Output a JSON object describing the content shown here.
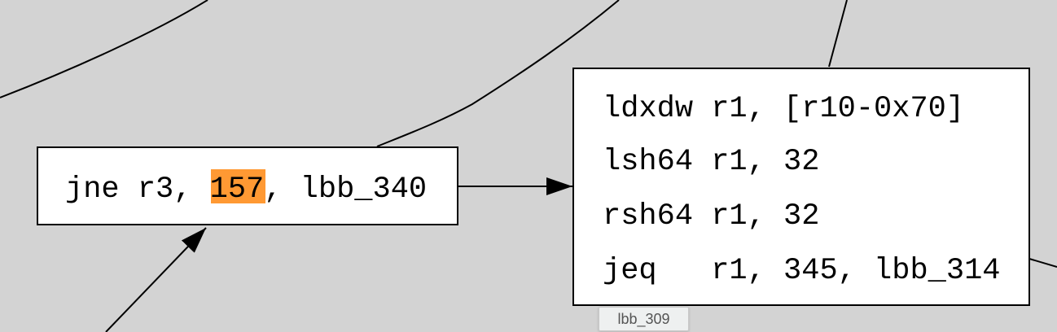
{
  "node_left": {
    "prefix": "jne r3, ",
    "highlight": "157",
    "suffix": ", lbb_340"
  },
  "node_right": {
    "lines": [
      "ldxdw r1, [r10-0x70]",
      "lsh64 r1, 32",
      "rsh64 r1, 32",
      "jeq   r1, 345, lbb_314"
    ]
  },
  "tooltip": {
    "text": "lbb_309"
  },
  "colors": {
    "background": "#d3d3d3",
    "highlight": "#ff9933",
    "node_fill": "#ffffff"
  }
}
